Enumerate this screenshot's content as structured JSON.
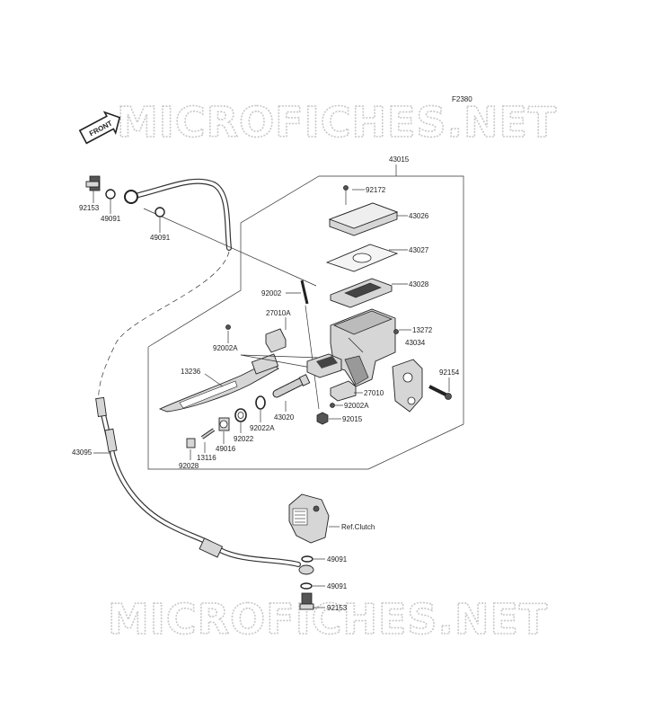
{
  "figure_code": "F2380",
  "front_badge": "FRONT",
  "watermark_text": "MICROFICHES.NET",
  "reference_label": "Ref.Clutch",
  "parts": {
    "p43015": "43015",
    "p92172": "92172",
    "p43026": "43026",
    "p43027": "43027",
    "p43028": "43028",
    "p92002": "92002",
    "p27010A": "27010A",
    "p92002A_top": "92002A",
    "p13272": "13272",
    "p43034": "43034",
    "p92154": "92154",
    "p13236": "13236",
    "p27010": "27010",
    "p92002A_bottom": "92002A",
    "p43020": "43020",
    "p92015": "92015",
    "p92022A": "92022A",
    "p92022": "92022",
    "p49016": "49016",
    "p13116": "13116",
    "p92028": "92028",
    "p43095": "43095",
    "p92153_top": "92153",
    "p49091_top_left": "49091",
    "p49091_hose": "49091",
    "p49091_lower_a": "49091",
    "p49091_lower_b": "49091",
    "p92153_bottom": "92153"
  }
}
